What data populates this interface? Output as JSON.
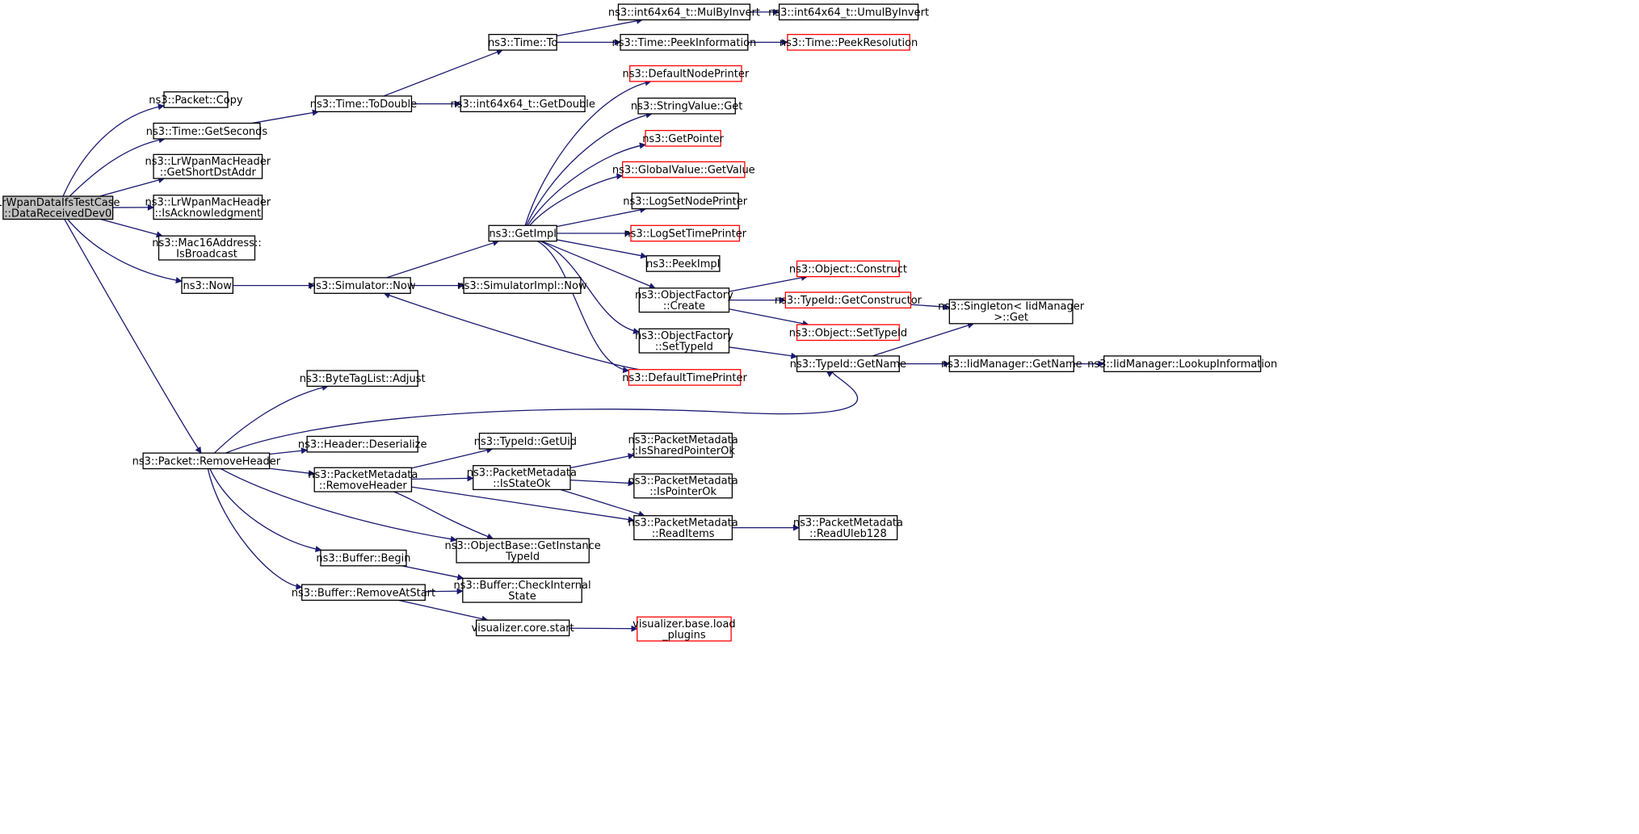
{
  "colors": {
    "edge": "#191970",
    "border": "#000000",
    "undocumented_border": "#ff0000",
    "root_fill": "#bfbfbf",
    "node_fill": "#ffffff"
  },
  "nodes": {
    "root": {
      "lines": [
        "LrWpanDataIfsTestCase",
        "::DataReceivedDev0"
      ],
      "variant": "root"
    },
    "packetCopy": {
      "lines": [
        "ns3::Packet::Copy"
      ],
      "variant": "normal"
    },
    "timeGetSeconds": {
      "lines": [
        "ns3::Time::GetSeconds"
      ],
      "variant": "normal"
    },
    "getShortDstAddr": {
      "lines": [
        "ns3::LrWpanMacHeader",
        "::GetShortDstAddr"
      ],
      "variant": "normal"
    },
    "isAcknowledgment": {
      "lines": [
        "ns3::LrWpanMacHeader",
        "::IsAcknowledgment"
      ],
      "variant": "normal"
    },
    "isBroadcast": {
      "lines": [
        "ns3::Mac16Address::",
        "IsBroadcast"
      ],
      "variant": "normal"
    },
    "now": {
      "lines": [
        "ns3::Now"
      ],
      "variant": "normal"
    },
    "removeHeader": {
      "lines": [
        "ns3::Packet::RemoveHeader"
      ],
      "variant": "normal"
    },
    "timeToDouble": {
      "lines": [
        "ns3::Time::ToDouble"
      ],
      "variant": "normal"
    },
    "timeTo": {
      "lines": [
        "ns3::Time::To"
      ],
      "variant": "normal"
    },
    "int64GetDouble": {
      "lines": [
        "ns3::int64x64_t::GetDouble"
      ],
      "variant": "normal"
    },
    "mulByInvert": {
      "lines": [
        "ns3::int64x64_t::MulByInvert"
      ],
      "variant": "normal"
    },
    "umulByInvert": {
      "lines": [
        "ns3::int64x64_t::UmulByInvert"
      ],
      "variant": "normal"
    },
    "peekInformation": {
      "lines": [
        "ns3::Time::PeekInformation"
      ],
      "variant": "normal"
    },
    "peekResolution": {
      "lines": [
        "ns3::Time::PeekResolution"
      ],
      "variant": "undocumented"
    },
    "simulatorNow": {
      "lines": [
        "ns3::Simulator::Now"
      ],
      "variant": "normal"
    },
    "simulatorImplNow": {
      "lines": [
        "ns3::SimulatorImpl::Now"
      ],
      "variant": "normal"
    },
    "getImpl": {
      "lines": [
        "ns3::GetImpl"
      ],
      "variant": "normal"
    },
    "defaultNodePrinter": {
      "lines": [
        "ns3::DefaultNodePrinter"
      ],
      "variant": "undocumented"
    },
    "stringValueGet": {
      "lines": [
        "ns3::StringValue::Get"
      ],
      "variant": "normal"
    },
    "getPointer": {
      "lines": [
        "ns3::GetPointer"
      ],
      "variant": "undocumented"
    },
    "globalValueGetValue": {
      "lines": [
        "ns3::GlobalValue::GetValue"
      ],
      "variant": "undocumented"
    },
    "logSetNodePrinter": {
      "lines": [
        "ns3::LogSetNodePrinter"
      ],
      "variant": "normal"
    },
    "logSetTimePrinter": {
      "lines": [
        "ns3::LogSetTimePrinter"
      ],
      "variant": "undocumented"
    },
    "peekImpl": {
      "lines": [
        "ns3::PeekImpl"
      ],
      "variant": "normal"
    },
    "objectFactoryCreate": {
      "lines": [
        "ns3::ObjectFactory",
        "::Create"
      ],
      "variant": "normal"
    },
    "objectFactorySetTypeId": {
      "lines": [
        "ns3::ObjectFactory",
        "::SetTypeId"
      ],
      "variant": "normal"
    },
    "defaultTimePrinter": {
      "lines": [
        "ns3::DefaultTimePrinter"
      ],
      "variant": "undocumented"
    },
    "objectConstruct": {
      "lines": [
        "ns3::Object::Construct"
      ],
      "variant": "undocumented"
    },
    "typeIdGetConstructor": {
      "lines": [
        "ns3::TypeId::GetConstructor"
      ],
      "variant": "undocumented"
    },
    "objectSetTypeId": {
      "lines": [
        "ns3::Object::SetTypeId"
      ],
      "variant": "undocumented"
    },
    "singletonGet": {
      "lines": [
        "ns3::Singleton< IidManager",
        " >::Get"
      ],
      "variant": "normal"
    },
    "typeIdGetName": {
      "lines": [
        "ns3::TypeId::GetName"
      ],
      "variant": "normal"
    },
    "iidManagerGetName": {
      "lines": [
        "ns3::IidManager::GetName"
      ],
      "variant": "normal"
    },
    "lookupInformation": {
      "lines": [
        "ns3::IidManager::LookupInformation"
      ],
      "variant": "normal"
    },
    "byteTagListAdjust": {
      "lines": [
        "ns3::ByteTagList::Adjust"
      ],
      "variant": "normal"
    },
    "headerDeserialize": {
      "lines": [
        "ns3::Header::Deserialize"
      ],
      "variant": "normal"
    },
    "pmRemoveHeader": {
      "lines": [
        "ns3::PacketMetadata",
        "::RemoveHeader"
      ],
      "variant": "normal"
    },
    "typeIdGetUid": {
      "lines": [
        "ns3::TypeId::GetUid"
      ],
      "variant": "normal"
    },
    "pmIsStateOk": {
      "lines": [
        "ns3::PacketMetadata",
        "::IsStateOk"
      ],
      "variant": "normal"
    },
    "pmIsSharedPointerOk": {
      "lines": [
        "ns3::PacketMetadata",
        "::IsSharedPointerOk"
      ],
      "variant": "normal"
    },
    "pmIsPointerOk": {
      "lines": [
        "ns3::PacketMetadata",
        "::IsPointerOk"
      ],
      "variant": "normal"
    },
    "pmReadItems": {
      "lines": [
        "ns3::PacketMetadata",
        "::ReadItems"
      ],
      "variant": "normal"
    },
    "pmReadUleb128": {
      "lines": [
        "ns3::PacketMetadata",
        "::ReadUleb128"
      ],
      "variant": "normal"
    },
    "getInstanceTypeId": {
      "lines": [
        "ns3::ObjectBase::GetInstance",
        "TypeId"
      ],
      "variant": "normal"
    },
    "bufferBegin": {
      "lines": [
        "ns3::Buffer::Begin"
      ],
      "variant": "normal"
    },
    "bufferRemoveAtStart": {
      "lines": [
        "ns3::Buffer::RemoveAtStart"
      ],
      "variant": "normal"
    },
    "bufferCheckInternalState": {
      "lines": [
        "ns3::Buffer::CheckInternal",
        "State"
      ],
      "variant": "normal"
    },
    "visualizerCoreStart": {
      "lines": [
        "visualizer.core.start"
      ],
      "variant": "normal"
    },
    "visualizerBaseLoadPlugins": {
      "lines": [
        "visualizer.base.load",
        "_plugins"
      ],
      "variant": "undocumented"
    }
  },
  "edges": [
    [
      "root",
      "packetCopy"
    ],
    [
      "root",
      "timeGetSeconds"
    ],
    [
      "root",
      "getShortDstAddr"
    ],
    [
      "root",
      "isAcknowledgment"
    ],
    [
      "root",
      "isBroadcast"
    ],
    [
      "root",
      "now"
    ],
    [
      "root",
      "removeHeader"
    ],
    [
      "timeGetSeconds",
      "timeToDouble"
    ],
    [
      "timeToDouble",
      "timeTo"
    ],
    [
      "timeToDouble",
      "int64GetDouble"
    ],
    [
      "timeTo",
      "mulByInvert"
    ],
    [
      "timeTo",
      "peekInformation"
    ],
    [
      "mulByInvert",
      "umulByInvert"
    ],
    [
      "peekInformation",
      "peekResolution"
    ],
    [
      "now",
      "simulatorNow"
    ],
    [
      "simulatorNow",
      "getImpl"
    ],
    [
      "simulatorNow",
      "simulatorImplNow"
    ],
    [
      "getImpl",
      "defaultNodePrinter"
    ],
    [
      "getImpl",
      "stringValueGet"
    ],
    [
      "getImpl",
      "getPointer"
    ],
    [
      "getImpl",
      "globalValueGetValue"
    ],
    [
      "getImpl",
      "logSetNodePrinter"
    ],
    [
      "getImpl",
      "logSetTimePrinter"
    ],
    [
      "getImpl",
      "peekImpl"
    ],
    [
      "getImpl",
      "objectFactoryCreate"
    ],
    [
      "getImpl",
      "objectFactorySetTypeId"
    ],
    [
      "getImpl",
      "defaultTimePrinter"
    ],
    [
      "defaultTimePrinter",
      "simulatorNow"
    ],
    [
      "objectFactoryCreate",
      "objectConstruct"
    ],
    [
      "objectFactoryCreate",
      "typeIdGetConstructor"
    ],
    [
      "objectFactoryCreate",
      "objectSetTypeId"
    ],
    [
      "typeIdGetConstructor",
      "singletonGet"
    ],
    [
      "objectFactorySetTypeId",
      "typeIdGetName"
    ],
    [
      "typeIdGetName",
      "singletonGet"
    ],
    [
      "typeIdGetName",
      "iidManagerGetName"
    ],
    [
      "iidManagerGetName",
      "lookupInformation"
    ],
    [
      "removeHeader",
      "byteTagListAdjust"
    ],
    [
      "removeHeader",
      "typeIdGetName"
    ],
    [
      "removeHeader",
      "headerDeserialize"
    ],
    [
      "removeHeader",
      "pmRemoveHeader"
    ],
    [
      "removeHeader",
      "getInstanceTypeId"
    ],
    [
      "removeHeader",
      "bufferBegin"
    ],
    [
      "removeHeader",
      "bufferRemoveAtStart"
    ],
    [
      "pmRemoveHeader",
      "typeIdGetUid"
    ],
    [
      "pmRemoveHeader",
      "pmIsStateOk"
    ],
    [
      "pmRemoveHeader",
      "getInstanceTypeId"
    ],
    [
      "pmRemoveHeader",
      "pmReadItems"
    ],
    [
      "pmIsStateOk",
      "pmIsSharedPointerOk"
    ],
    [
      "pmIsStateOk",
      "pmIsPointerOk"
    ],
    [
      "pmIsStateOk",
      "pmReadItems"
    ],
    [
      "pmReadItems",
      "pmReadUleb128"
    ],
    [
      "bufferBegin",
      "bufferCheckInternalState"
    ],
    [
      "bufferRemoveAtStart",
      "bufferCheckInternalState"
    ],
    [
      "bufferRemoveAtStart",
      "visualizerCoreStart"
    ],
    [
      "visualizerCoreStart",
      "visualizerBaseLoadPlugins"
    ]
  ]
}
